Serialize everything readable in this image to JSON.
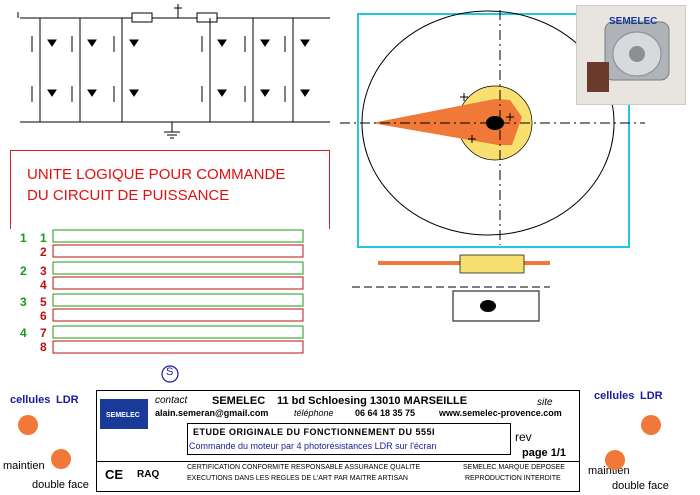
{
  "logic_title": {
    "line1": "UNITE LOGIQUE POUR COMMANDE",
    "line2": "DU CIRCUIT DE PUISSANCE"
  },
  "steps": [
    {
      "label": "1",
      "rows": [
        "1",
        "2"
      ]
    },
    {
      "label": "2",
      "rows": [
        "3",
        "4"
      ]
    },
    {
      "label": "3",
      "rows": [
        "5",
        "6"
      ]
    },
    {
      "label": "4",
      "rows": [
        "7",
        "8"
      ]
    }
  ],
  "s_symbol": "S",
  "ldr_left": {
    "cells": "cellules",
    "ldr": "LDR",
    "hold": "maintien",
    "double": "double face"
  },
  "ldr_right": {
    "cells": "cellules",
    "ldr": "LDR",
    "hold": "maintien",
    "double": "double face"
  },
  "photo_brand": "SEMELEC",
  "cartouche": {
    "logo": "SEMELEC",
    "contact_label": "contact",
    "company": "SEMELEC",
    "address": "11 bd Schloesing 13010 MARSEILLE",
    "site_label": "site",
    "email": "alain.semeran@gmail.com",
    "phone_label": "téléphone",
    "phone": "06 64 18 35 75",
    "website": "www.semelec-provence.com",
    "title": "ETUDE ORIGINALE DU FONCTIONNEMENT   DU 555I",
    "subtitle": "Commande du moteur par 4 photorésistances LDR sur l'écran",
    "rev_label": "rev",
    "page_label": "page 1/1",
    "ce": "CE",
    "raq": "RAQ",
    "cert1": "CERTIFICATION CONFORMITE RESPONSABLE ASSURANCE QUALITE",
    "cert2": "EXECUTIONS DANS LES REGLES DE L'ART PAR MAITRE ARTISAN",
    "brand1": "SEMELEC MARQUE DEPOSEE",
    "brand2": "REPRODUCTION INTERDITE"
  },
  "colors": {
    "schematic": "#000000",
    "logic_red": "#e01010",
    "step_green": "#1a9a1a",
    "disk_frame": "#22c8e0",
    "cone_orange": "#f07838",
    "hub_yellow": "#f8e070"
  }
}
